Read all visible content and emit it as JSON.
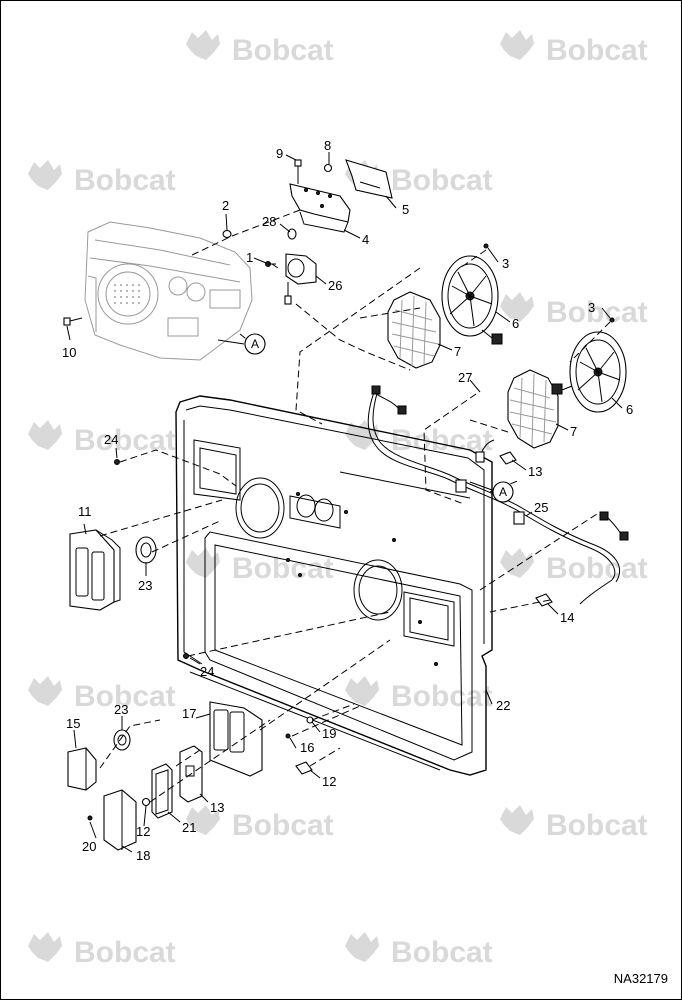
{
  "drawing_number": "NA32179",
  "watermark": {
    "brand": "Bobcat"
  },
  "callouts": [
    {
      "id": "callout-a-left",
      "letter": "A"
    },
    {
      "id": "callout-a-right",
      "letter": "A"
    }
  ],
  "part_labels": [
    {
      "id": "label-1",
      "text": "1"
    },
    {
      "id": "label-2",
      "text": "2"
    },
    {
      "id": "label-3a",
      "text": "3"
    },
    {
      "id": "label-3b",
      "text": "3"
    },
    {
      "id": "label-4",
      "text": "4"
    },
    {
      "id": "label-5",
      "text": "5"
    },
    {
      "id": "label-6a",
      "text": "6"
    },
    {
      "id": "label-6b",
      "text": "6"
    },
    {
      "id": "label-7a",
      "text": "7"
    },
    {
      "id": "label-7b",
      "text": "7"
    },
    {
      "id": "label-8",
      "text": "8"
    },
    {
      "id": "label-9",
      "text": "9"
    },
    {
      "id": "label-10",
      "text": "10"
    },
    {
      "id": "label-11",
      "text": "11"
    },
    {
      "id": "label-12a",
      "text": "12"
    },
    {
      "id": "label-12b",
      "text": "12"
    },
    {
      "id": "label-13a",
      "text": "13"
    },
    {
      "id": "label-13b",
      "text": "13"
    },
    {
      "id": "label-14",
      "text": "14"
    },
    {
      "id": "label-15",
      "text": "15"
    },
    {
      "id": "label-16",
      "text": "16"
    },
    {
      "id": "label-17",
      "text": "17"
    },
    {
      "id": "label-18",
      "text": "18"
    },
    {
      "id": "label-19",
      "text": "19"
    },
    {
      "id": "label-20",
      "text": "20"
    },
    {
      "id": "label-21",
      "text": "21"
    },
    {
      "id": "label-22",
      "text": "22"
    },
    {
      "id": "label-23a",
      "text": "23"
    },
    {
      "id": "label-23b",
      "text": "23"
    },
    {
      "id": "label-24a",
      "text": "24"
    },
    {
      "id": "label-24b",
      "text": "24"
    },
    {
      "id": "label-25",
      "text": "25"
    },
    {
      "id": "label-26",
      "text": "26"
    },
    {
      "id": "label-27",
      "text": "27"
    },
    {
      "id": "label-28",
      "text": "28"
    }
  ]
}
